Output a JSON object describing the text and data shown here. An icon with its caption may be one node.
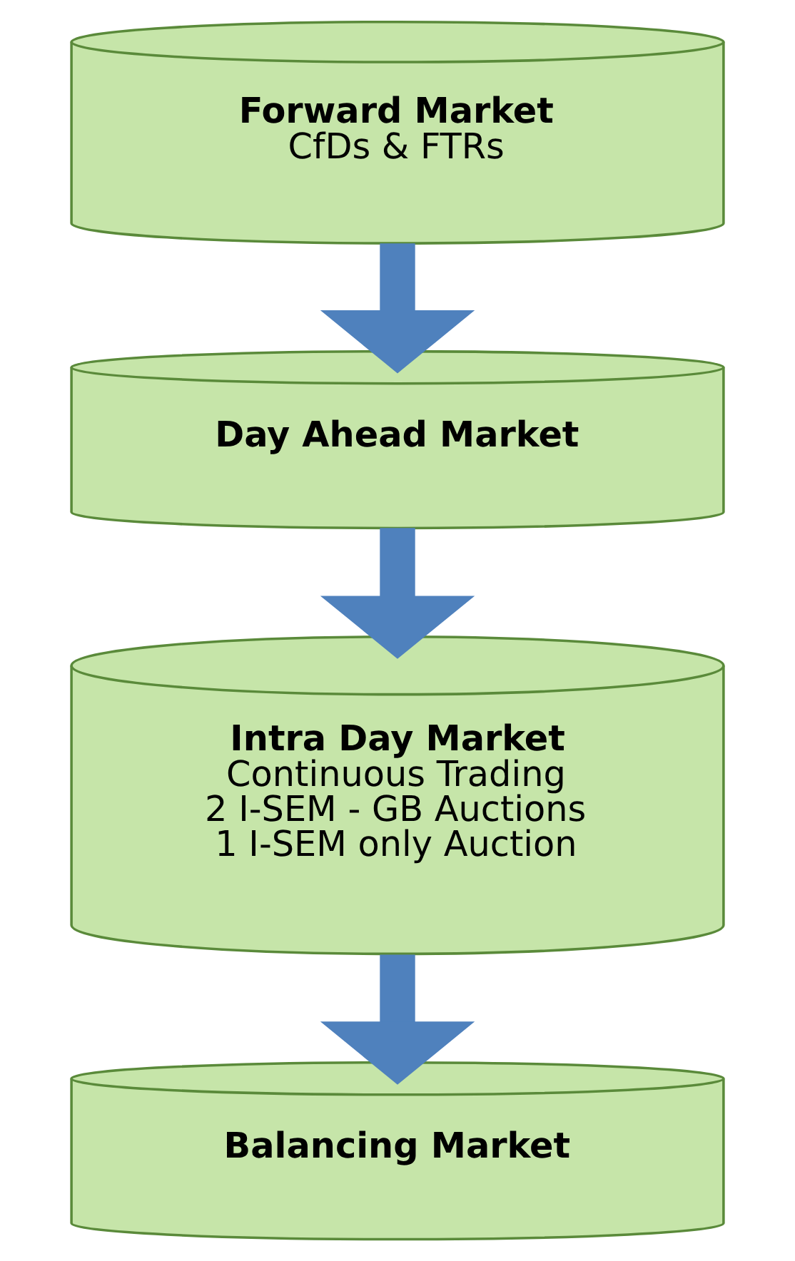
{
  "diagram": {
    "nodes": [
      {
        "text": [
          "Forward Market",
          "CfDs & FTRs"
        ]
      },
      {
        "text": [
          "Day Ahead Market"
        ]
      },
      {
        "text": [
          "Intra Day Market",
          "Continuous Trading",
          "2 I-SEM - GB Auctions",
          "1 I-SEM only Auction"
        ]
      },
      {
        "text": [
          "Balancing Market"
        ]
      }
    ],
    "edges": [
      {
        "from": 0,
        "to": 1,
        "arrow": "to",
        "color": "#4f81bd"
      },
      {
        "from": 1,
        "to": 2,
        "arrow": "to",
        "color": "#4f81bd"
      },
      {
        "from": 2,
        "to": 3,
        "arrow": "to",
        "color": "#4f81bd"
      }
    ]
  }
}
